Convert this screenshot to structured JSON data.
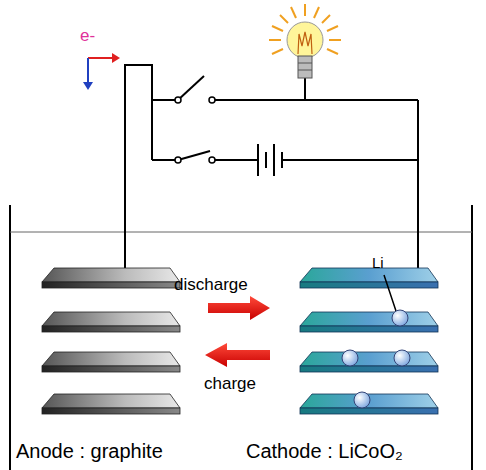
{
  "diagram": {
    "labels": [
      "e-",
      "Li",
      "discharge",
      "charge",
      "Anode : graphite",
      "Cathode : LiCoO₂"
    ]
  }
}
